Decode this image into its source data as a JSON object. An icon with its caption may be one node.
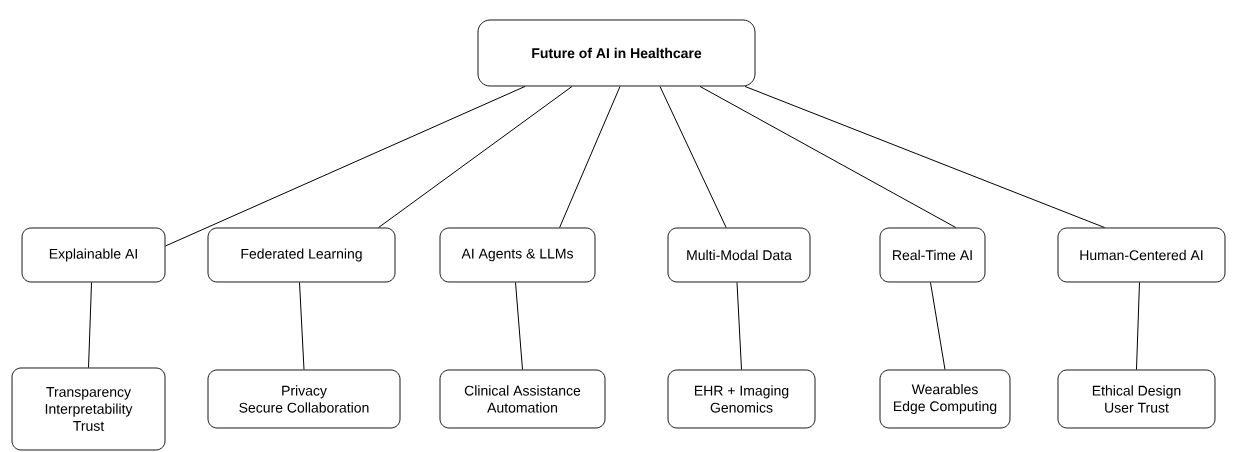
{
  "diagram": {
    "nodes": [
      {
        "text": [
          "Future of AI in Healthcare"
        ]
      },
      {
        "text": [
          "Explainable AI"
        ]
      },
      {
        "text": [
          "Federated Learning"
        ]
      },
      {
        "text": [
          "AI Agents & LLMs"
        ]
      },
      {
        "text": [
          "Multi-Modal Data"
        ]
      },
      {
        "text": [
          "Real-Time AI"
        ]
      },
      {
        "text": [
          "Human-Centered AI"
        ]
      },
      {
        "text": [
          "Transparency",
          "Interpretability",
          "Trust"
        ]
      },
      {
        "text": [
          "Privacy",
          "Secure Collaboration"
        ]
      },
      {
        "text": [
          "Clinical Assistance",
          "Automation"
        ]
      },
      {
        "text": [
          "EHR + Imaging",
          "Genomics"
        ]
      },
      {
        "text": [
          "Wearables",
          "Edge Computing"
        ]
      },
      {
        "text": [
          "Ethical Design",
          "User Trust"
        ]
      }
    ],
    "edges": [
      {
        "from": 0,
        "to": 1,
        "arrow": "none"
      },
      {
        "from": 0,
        "to": 2,
        "arrow": "none"
      },
      {
        "from": 0,
        "to": 3,
        "arrow": "none"
      },
      {
        "from": 0,
        "to": 4,
        "arrow": "none"
      },
      {
        "from": 0,
        "to": 5,
        "arrow": "none"
      },
      {
        "from": 0,
        "to": 6,
        "arrow": "none"
      },
      {
        "from": 1,
        "to": 7,
        "arrow": "none"
      },
      {
        "from": 2,
        "to": 8,
        "arrow": "none"
      },
      {
        "from": 3,
        "to": 9,
        "arrow": "none"
      },
      {
        "from": 4,
        "to": 10,
        "arrow": "none"
      },
      {
        "from": 5,
        "to": 11,
        "arrow": "none"
      },
      {
        "from": 6,
        "to": 12,
        "arrow": "none"
      }
    ]
  }
}
